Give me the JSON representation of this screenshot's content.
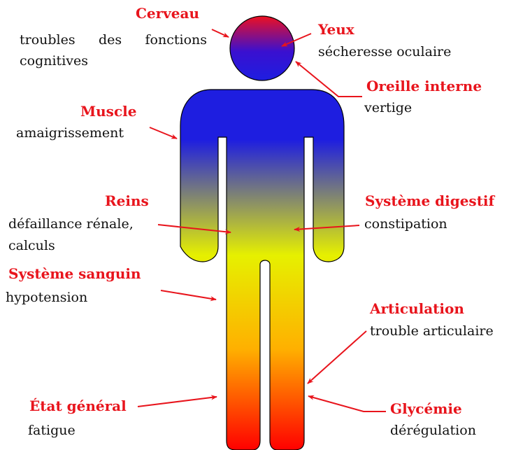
{
  "colors": {
    "title": "#e8141c",
    "arrow": "#e8141c",
    "body_gradient": [
      "#ee1020",
      "#3a10d0",
      "#1e1ee0",
      "#e6f000",
      "#ffb000",
      "#ff0000"
    ]
  },
  "labels": {
    "cerveau": {
      "title": "Cerveau",
      "text_1": "troubles des fonctions",
      "text_2": "cognitives"
    },
    "yeux": {
      "title": "Yeux",
      "text": "sécheresse oculaire"
    },
    "oreille": {
      "title": "Oreille interne",
      "text": "vertige"
    },
    "muscle": {
      "title": "Muscle",
      "text": "amaigrissement"
    },
    "reins": {
      "title": "Reins",
      "text_1": "défaillance rénale,",
      "text_2": "calculs"
    },
    "digestif": {
      "title": "Système digestif",
      "text": "constipation"
    },
    "sanguin": {
      "title": "Système sanguin",
      "text": "hypotension"
    },
    "articulation": {
      "title": "Articulation",
      "text": "trouble articulaire"
    },
    "etat": {
      "title": "État général",
      "text": "fatigue"
    },
    "glycemie": {
      "title": "Glycémie",
      "text": "dérégulation"
    }
  }
}
